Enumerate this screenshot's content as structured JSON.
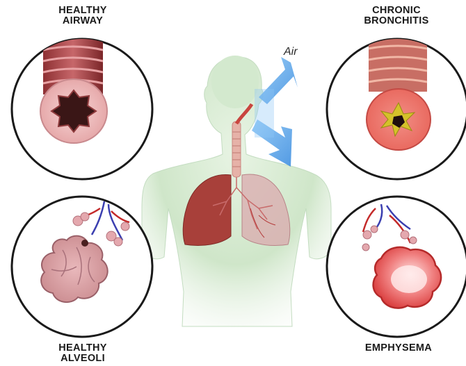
{
  "labels": {
    "healthy_airway": [
      "HEALTHY",
      "AIRWAY"
    ],
    "chronic_bronchitis": [
      "CHRONIC",
      "BRONCHITIS"
    ],
    "healthy_alveoli": [
      "HEALTHY",
      "ALVEOLI"
    ],
    "emphysema": "EMPHYSEMA",
    "air": "Air"
  },
  "colors": {
    "body": "#cfe6c9",
    "arrow": "#5aa6ea",
    "lung_damaged": "#a8403a",
    "lung_clear": "#d9a9ad",
    "tissue": "#c98a8e",
    "vessel_red": "#c42a2a",
    "vessel_blue": "#3b3fb0",
    "mucus": "#d4c12a",
    "emphysema_red": "#e34a4a"
  },
  "icons": {
    "air_arrow": "arrow-icon"
  }
}
